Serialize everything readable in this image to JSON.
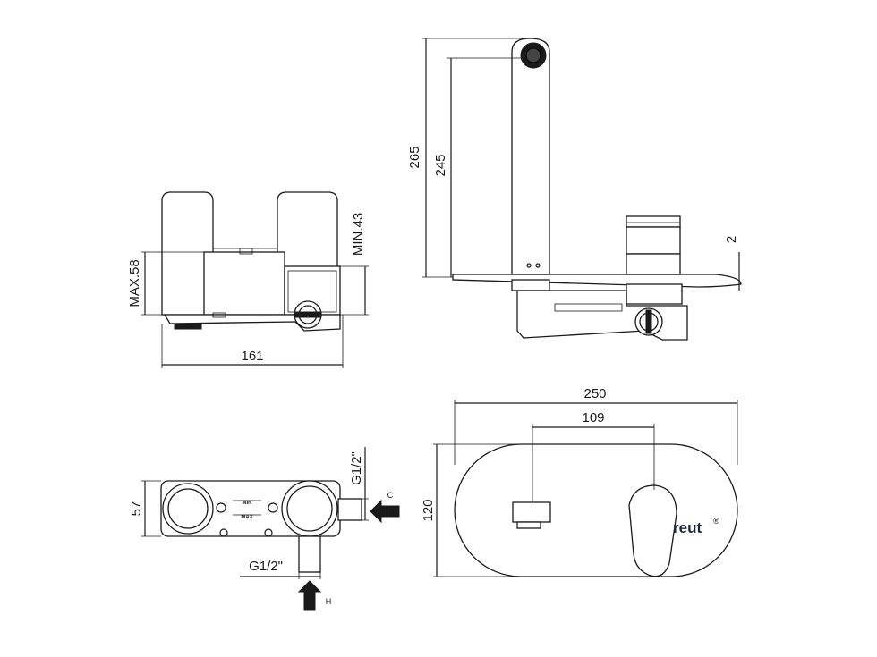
{
  "dimensions": {
    "width_161": "161",
    "max_58": "MAX.58",
    "min_43": "MIN.43",
    "height_265": "265",
    "height_245": "245",
    "offset_2": "2",
    "width_250": "250",
    "centers_109": "109",
    "height_120": "120",
    "depth_57": "57",
    "thread_side": "G1/2\"",
    "thread_bottom": "G1/2\""
  },
  "labels": {
    "cold": "C",
    "hot": "H",
    "min_mark": "MIN",
    "max_mark": "MAX"
  },
  "brand": {
    "name": "reut",
    "mark": "®"
  },
  "colors": {
    "line": "#1a1a1a",
    "logo": "#1e2a3a",
    "background": "#ffffff"
  }
}
